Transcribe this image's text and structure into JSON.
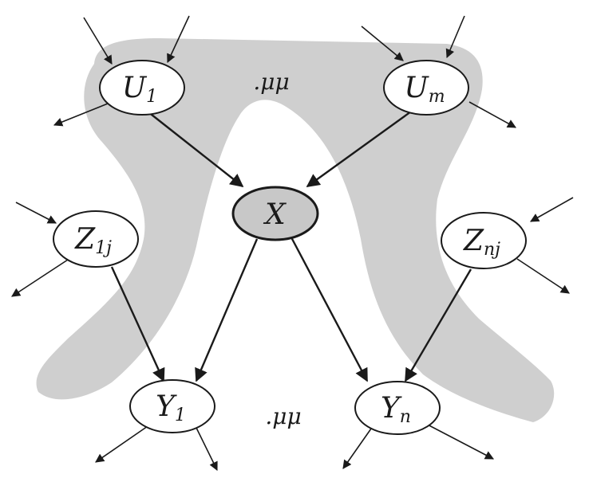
{
  "colors": {
    "blanket": "#cfcfcf",
    "node_fill": "#ffffff",
    "center_fill": "#c8c8c8",
    "stroke": "#1a1a1a"
  },
  "nodes": {
    "u1": {
      "main": "U",
      "sub": "1"
    },
    "um": {
      "main": "U",
      "sub": "m"
    },
    "x": {
      "main": "X",
      "sub": ""
    },
    "z1j": {
      "main": "Z",
      "sub": "1j"
    },
    "znj": {
      "main": "Z",
      "sub": "nj"
    },
    "y1": {
      "main": "Y",
      "sub": "1"
    },
    "yn": {
      "main": "Y",
      "sub": "n"
    }
  },
  "ellipsis_top": ".μμ",
  "ellipsis_bottom": ".μμ"
}
